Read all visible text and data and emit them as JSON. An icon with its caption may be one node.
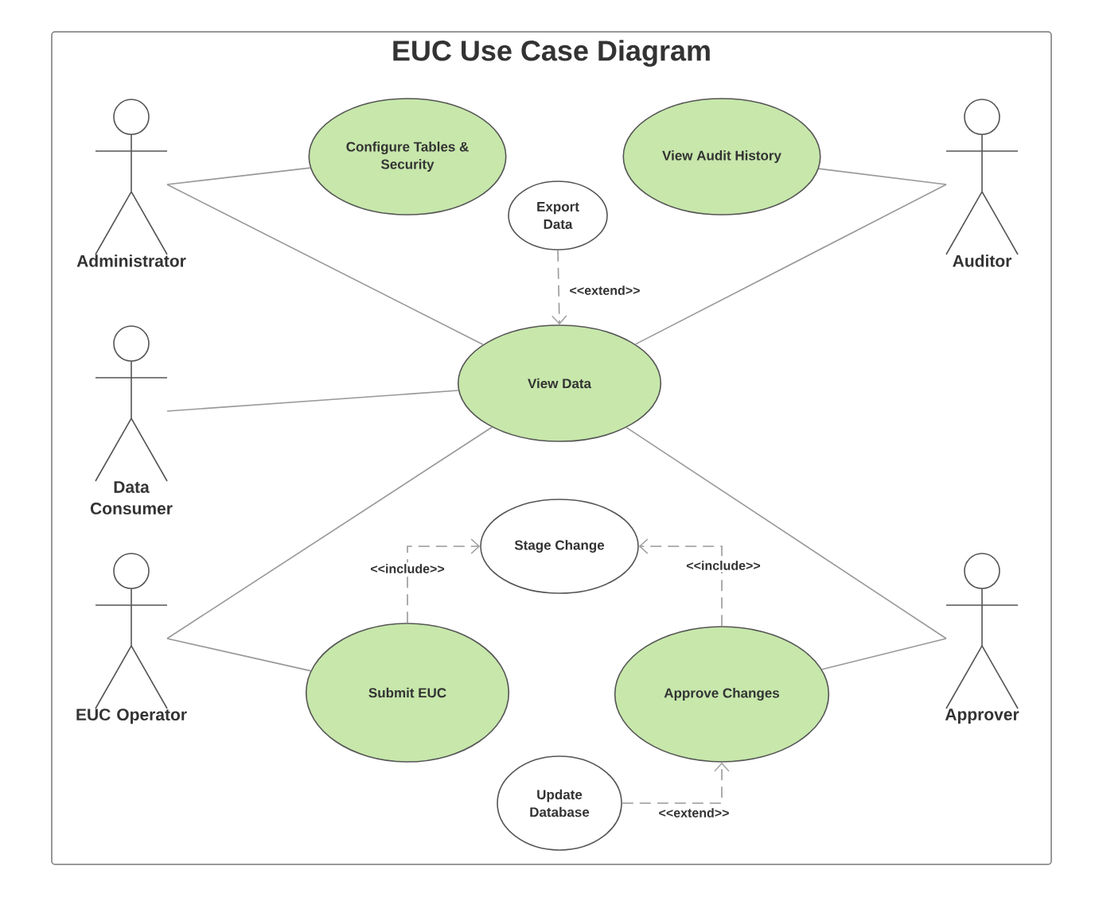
{
  "diagram": {
    "title": "EUC Use Case Diagram",
    "nodes": [
      {
        "text": [
          "Administrator"
        ]
      },
      {
        "text": [
          "Configure Tables & Security"
        ]
      },
      {
        "text": [
          "View Audit History"
        ]
      },
      {
        "text": [
          "Auditor"
        ]
      },
      {
        "text": [
          "Export Data"
        ]
      },
      {
        "text": [
          "Data Consumer"
        ]
      },
      {
        "text": [
          "View Data"
        ]
      },
      {
        "text": [
          "EUC Operator"
        ]
      },
      {
        "text": [
          "Stage Change"
        ]
      },
      {
        "text": [
          "Submit EUC"
        ]
      },
      {
        "text": [
          "Approve Changes"
        ]
      },
      {
        "text": [
          "Approver"
        ]
      },
      {
        "text": [
          "Update Database"
        ]
      }
    ],
    "edges": [
      {
        "from": 0,
        "to": 1,
        "arrow": "none"
      },
      {
        "from": 0,
        "to": 6,
        "arrow": "none"
      },
      {
        "from": 3,
        "to": 2,
        "arrow": "none"
      },
      {
        "from": 3,
        "to": 6,
        "arrow": "none"
      },
      {
        "from": 4,
        "to": 6,
        "arrow": "to",
        "style": "dashed",
        "label": "<<extend>>"
      },
      {
        "from": 5,
        "to": 6,
        "arrow": "none"
      },
      {
        "from": 7,
        "to": 6,
        "arrow": "none"
      },
      {
        "from": 7,
        "to": 9,
        "arrow": "none"
      },
      {
        "from": 9,
        "to": 8,
        "arrow": "to",
        "style": "dashed",
        "label": "<<include>>"
      },
      {
        "from": 10,
        "to": 8,
        "arrow": "to",
        "style": "dashed",
        "label": "<<include>>"
      },
      {
        "from": 11,
        "to": 6,
        "arrow": "none"
      },
      {
        "from": 11,
        "to": 10,
        "arrow": "none"
      },
      {
        "from": 12,
        "to": 10,
        "arrow": "to",
        "style": "dashed",
        "label": "<<extend>>"
      }
    ]
  }
}
